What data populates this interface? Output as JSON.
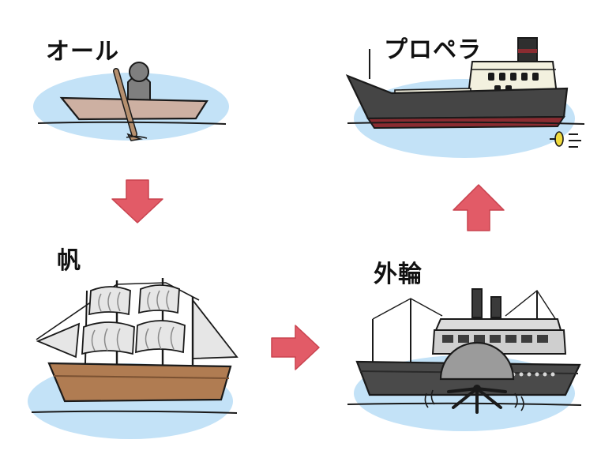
{
  "labels": {
    "oar": "オール",
    "sail": "帆",
    "paddle_wheel": "外輪",
    "propeller": "プロペラ"
  },
  "colors": {
    "water": "#c3e2f7",
    "rowboat_hull": "#cdb0a2",
    "wood_hull": "#b07c52",
    "steam_hull": "#4a4a4a",
    "hull_stripe": "#8a2c31",
    "cabin": "#f3f1df",
    "propeller": "#f0da3c",
    "arrow": "#e25b67",
    "outline": "#1a1a1a"
  }
}
